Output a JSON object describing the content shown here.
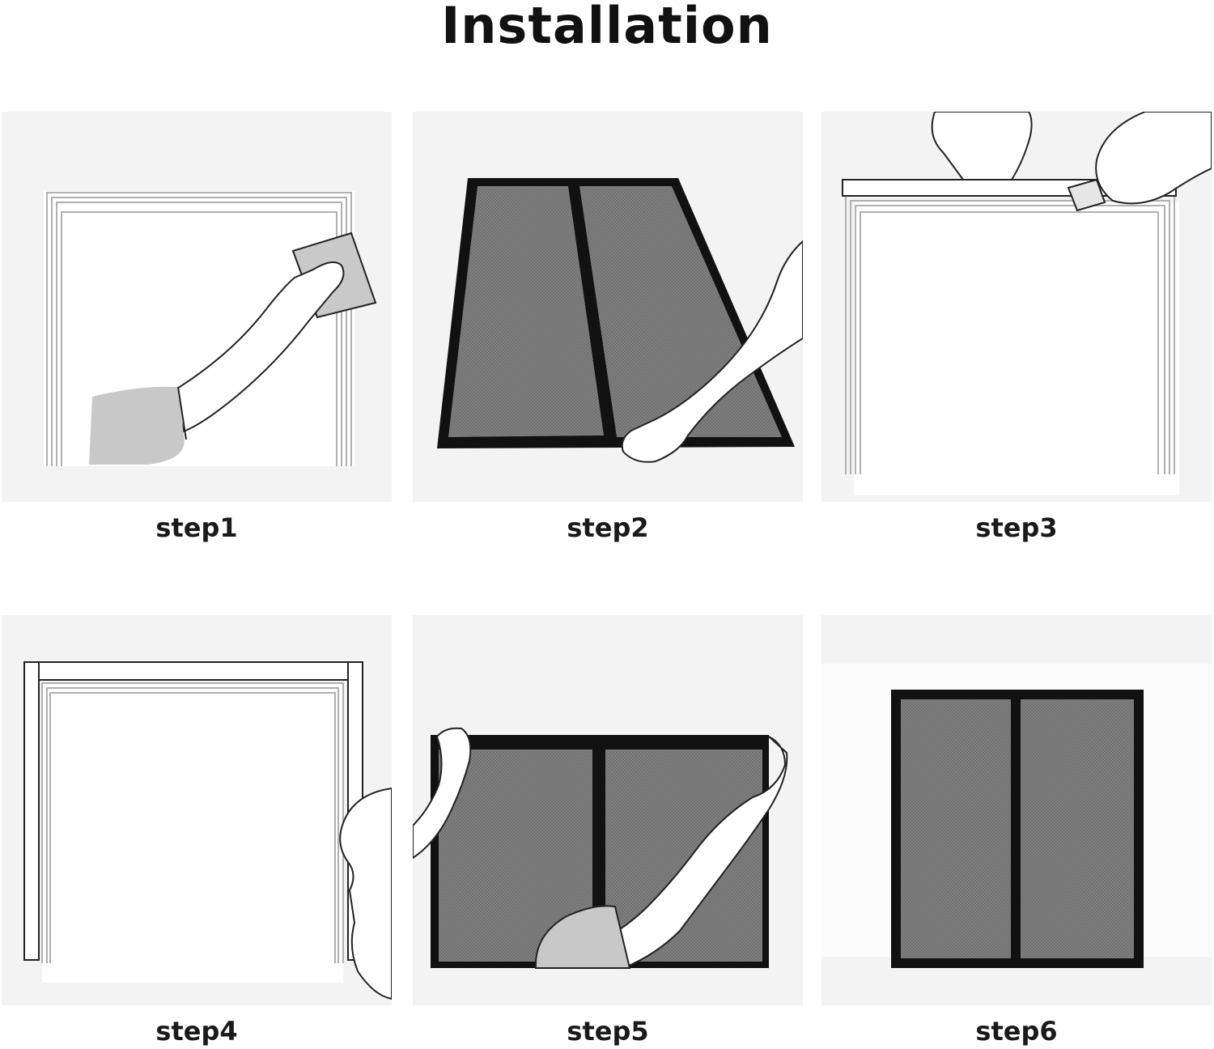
{
  "title": "Installation",
  "steps": [
    {
      "label": "step1"
    },
    {
      "label": "step2"
    },
    {
      "label": "step3"
    },
    {
      "label": "step4"
    },
    {
      "label": "step5"
    },
    {
      "label": "step6"
    }
  ],
  "colors": {
    "panel_bg": "#f3f3f3",
    "frame_line": "#b0b0b0",
    "mesh_fill": "#7a7a7a",
    "mesh_border": "#111111",
    "skin_outline": "#222222",
    "sleeve": "#c8c8c8"
  }
}
